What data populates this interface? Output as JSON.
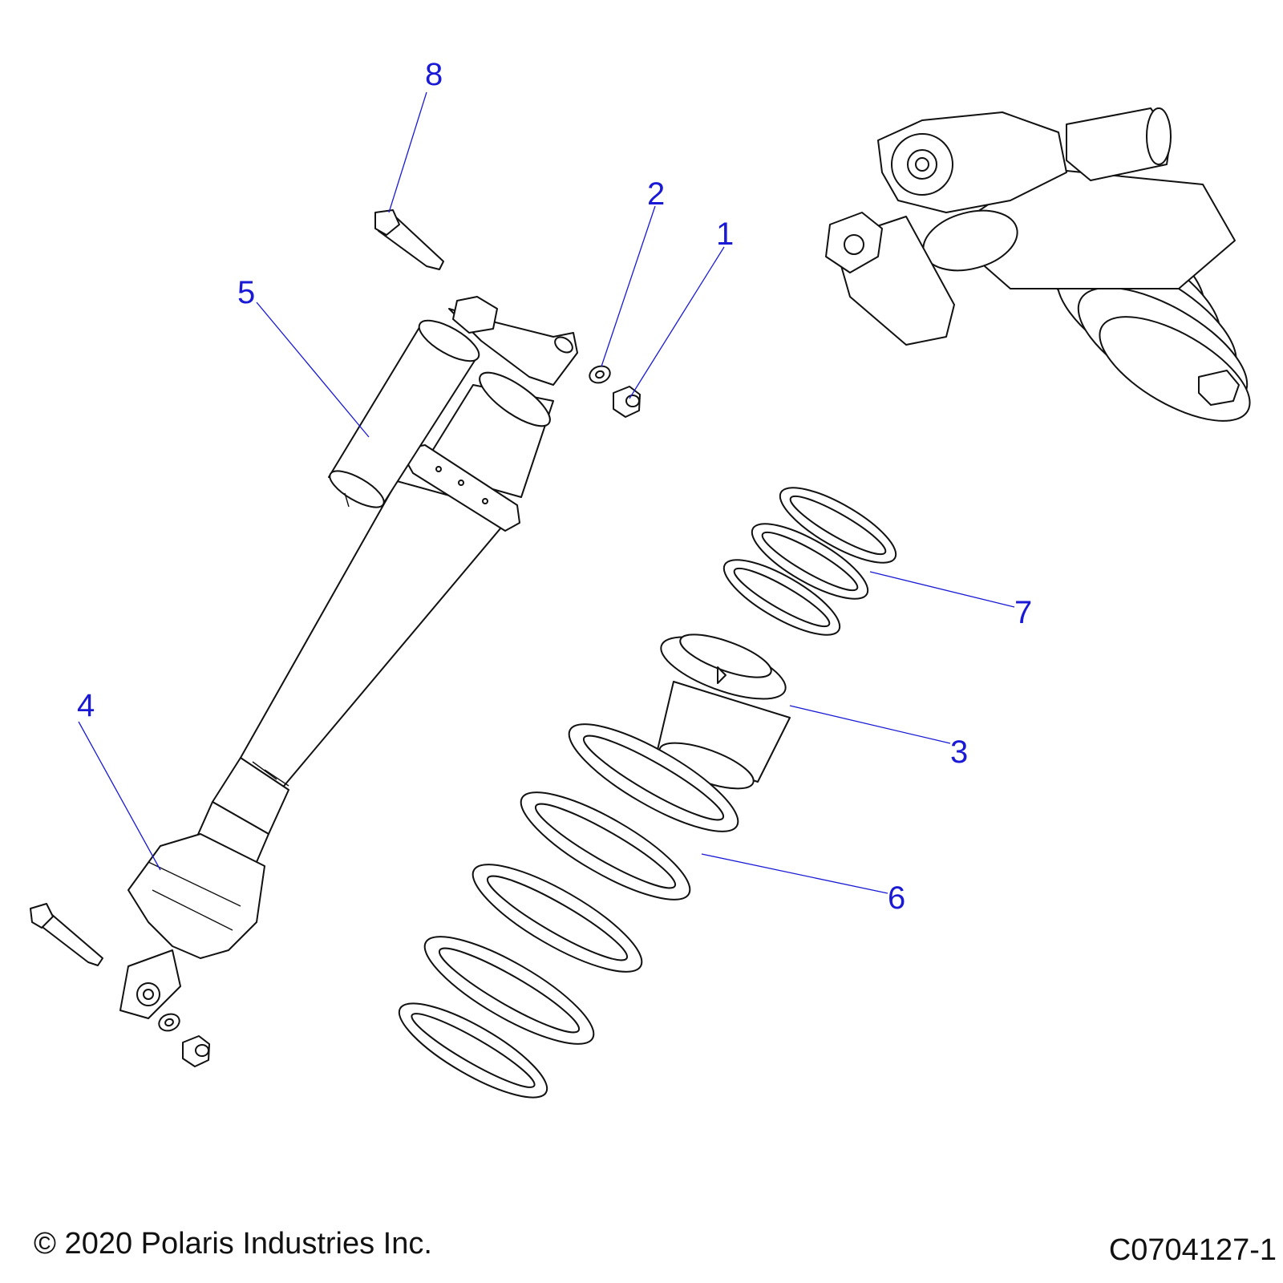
{
  "callouts": [
    {
      "id": "1",
      "label": "1"
    },
    {
      "id": "2",
      "label": "2"
    },
    {
      "id": "3",
      "label": "3"
    },
    {
      "id": "4",
      "label": "4"
    },
    {
      "id": "5",
      "label": "5"
    },
    {
      "id": "6",
      "label": "6"
    },
    {
      "id": "7",
      "label": "7"
    },
    {
      "id": "8",
      "label": "8"
    }
  ],
  "footer": {
    "copyright": "© 2020 Polaris Industries Inc.",
    "drawing_code": "C0704127-1"
  },
  "colors": {
    "callout": "#1a1ad6",
    "line_art": "#111111",
    "background": "#ffffff"
  }
}
